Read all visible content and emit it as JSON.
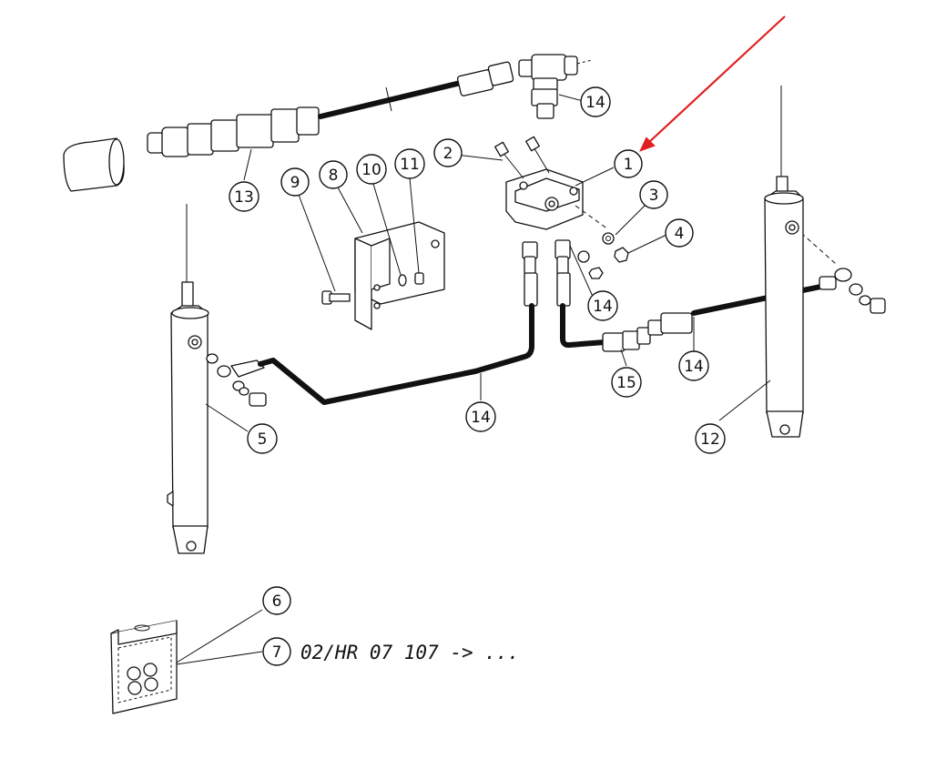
{
  "callouts": {
    "c1": "1",
    "c2": "2",
    "c3": "3",
    "c4": "4",
    "c5": "5",
    "c6": "6",
    "c7": "7",
    "c8": "8",
    "c9": "9",
    "c10": "10",
    "c11": "11",
    "c12": "12",
    "c13": "13",
    "c14a": "14",
    "c14b": "14",
    "c14c": "14",
    "c14d": "14",
    "c15": "15"
  },
  "note": "02/HR 07 107 -> ...",
  "colors": {
    "arrow": "#e02020",
    "line": "#111111"
  }
}
